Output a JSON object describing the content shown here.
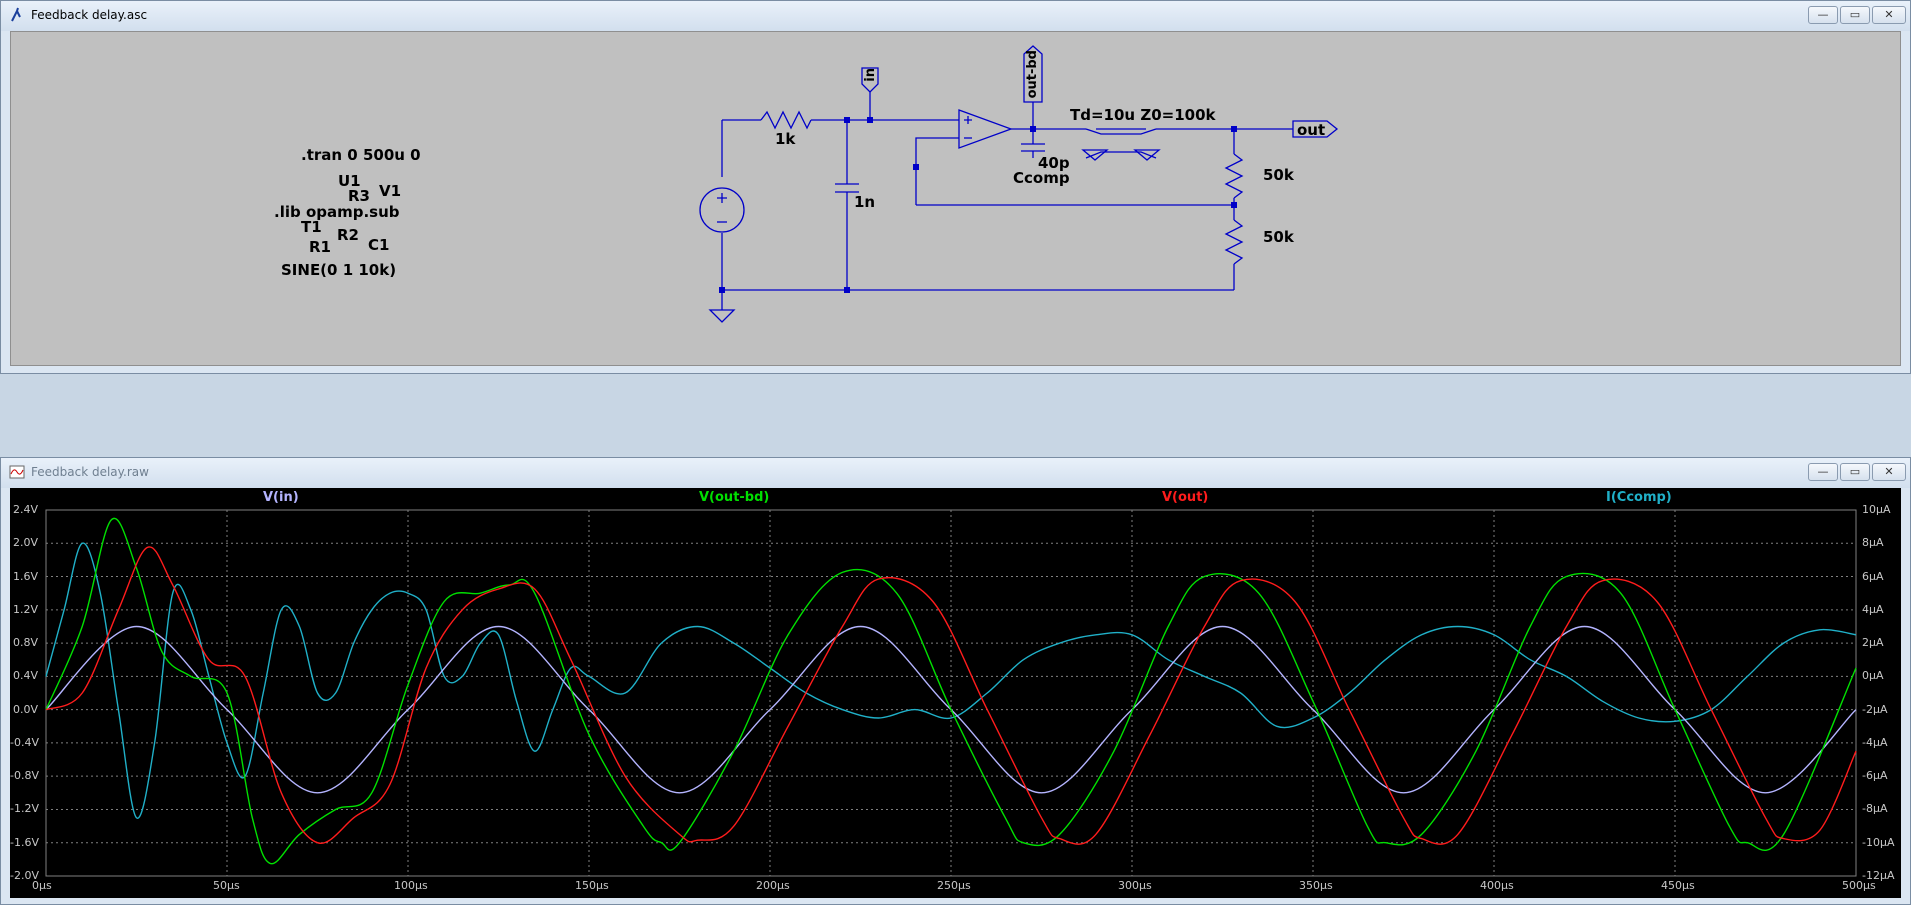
{
  "schematic_window": {
    "title": "Feedback delay.asc",
    "controls": {
      "minimize": "—",
      "restore": "▭",
      "close": "✕"
    }
  },
  "schematic": {
    "directives": {
      "tran": ".tran 0 500u 0",
      "lib": ".lib opamp.sub",
      "sine": "SINE(0 1 10k)"
    },
    "stray_refs": {
      "u1": "U1",
      "r3": "R3",
      "v1": "V1",
      "t1": "T1",
      "r2": "R2",
      "r1": "R1",
      "c1": "C1"
    },
    "components": {
      "r_in_value": "1k",
      "cap_value": "1n",
      "ccomp_value": "40p",
      "ccomp_name": "Ccomp",
      "tline_params": "Td=10u Z0=100k",
      "r_top_value": "50k",
      "r_bottom_value": "50k"
    },
    "net_labels": {
      "in": "in",
      "out_bd": "out-bd",
      "out": "out"
    }
  },
  "plot_window": {
    "title": "Feedback delay.raw",
    "controls": {
      "minimize": "—",
      "restore": "▭",
      "close": "✕"
    }
  },
  "colors": {
    "v_in": "#b4b4ff",
    "v_out_bd": "#00e000",
    "v_out": "#ff1c1c",
    "i_ccomp": "#20b0c8",
    "grid": "#808080",
    "wire": "#0000c8"
  },
  "chart_data": {
    "type": "line",
    "title": "",
    "xlabel": "",
    "ylabel": "",
    "x_ticks": [
      "0µs",
      "50µs",
      "100µs",
      "150µs",
      "200µs",
      "250µs",
      "300µs",
      "350µs",
      "400µs",
      "450µs",
      "500µs"
    ],
    "y_ticks": [
      "2.4V",
      "2.0V",
      "1.6V",
      "1.2V",
      "0.8V",
      "0.4V",
      "0.0V",
      "-0.4V",
      "-0.8V",
      "-1.2V",
      "-1.6V",
      "-2.0V"
    ],
    "y2_ticks": [
      "10µA",
      "8µA",
      "6µA",
      "4µA",
      "2µA",
      "0µA",
      "-2µA",
      "-4µA",
      "-6µA",
      "-8µA",
      "-10µA",
      "-12µA"
    ],
    "xlim": [
      0,
      500
    ],
    "ylim": [
      -2.0,
      2.4
    ],
    "y2lim": [
      -12,
      10
    ],
    "grid": true,
    "series": [
      {
        "name": "V(in)",
        "key": "v_in",
        "axis": "left",
        "x": [
          0,
          25,
          50,
          75,
          100,
          125,
          150,
          175,
          200,
          225,
          250,
          275,
          300,
          325,
          350,
          375,
          400,
          425,
          450,
          475,
          500
        ],
        "y": [
          0,
          1,
          0,
          -1,
          0,
          1,
          0,
          -1,
          0,
          1,
          0,
          -1,
          0,
          1,
          0,
          -1,
          0,
          1,
          0,
          -1,
          0
        ]
      },
      {
        "name": "V(out-bd)",
        "key": "v_out_bd",
        "axis": "left",
        "x": [
          0,
          10,
          18,
          25,
          32,
          40,
          50,
          57,
          62,
          70,
          80,
          90,
          100,
          110,
          120,
          128,
          135,
          150,
          165,
          170,
          175,
          190,
          205,
          220,
          235,
          250,
          265,
          270,
          280,
          295,
          310,
          320,
          335,
          350,
          365,
          370,
          380,
          395,
          410,
          420,
          435,
          450,
          465,
          470,
          480,
          500
        ],
        "y": [
          0,
          1.0,
          2.28,
          1.7,
          0.7,
          0.4,
          0.2,
          -1.3,
          -1.85,
          -1.5,
          -1.2,
          -1.0,
          0.3,
          1.3,
          1.4,
          1.5,
          1.4,
          -0.3,
          -1.4,
          -1.6,
          -1.6,
          -0.5,
          0.9,
          1.65,
          1.4,
          0,
          -1.3,
          -1.6,
          -1.5,
          -0.5,
          1.0,
          1.6,
          1.4,
          0.1,
          -1.4,
          -1.6,
          -1.5,
          -0.5,
          1.0,
          1.6,
          1.4,
          0,
          -1.4,
          -1.6,
          -1.5,
          0.5
        ]
      },
      {
        "name": "V(out)",
        "key": "v_out",
        "axis": "left",
        "x": [
          0,
          10,
          20,
          28,
          35,
          45,
          55,
          65,
          75,
          85,
          95,
          105,
          115,
          125,
          135,
          145,
          160,
          175,
          180,
          190,
          205,
          220,
          230,
          245,
          260,
          275,
          280,
          290,
          305,
          320,
          330,
          345,
          360,
          375,
          380,
          390,
          405,
          420,
          430,
          445,
          460,
          475,
          480,
          490,
          500
        ],
        "y": [
          0,
          0.2,
          1.2,
          1.95,
          1.5,
          0.6,
          0.4,
          -1.0,
          -1.6,
          -1.3,
          -0.9,
          0.5,
          1.2,
          1.45,
          1.45,
          0.6,
          -0.8,
          -1.5,
          -1.57,
          -1.4,
          -0.2,
          1.0,
          1.57,
          1.3,
          0,
          -1.3,
          -1.55,
          -1.5,
          -0.3,
          1.0,
          1.55,
          1.3,
          0,
          -1.3,
          -1.55,
          -1.5,
          -0.3,
          1.0,
          1.55,
          1.3,
          0,
          -1.3,
          -1.55,
          -1.45,
          -0.5
        ]
      },
      {
        "name": "I(Ccomp)",
        "key": "i_ccomp",
        "axis": "right",
        "x": [
          0,
          5,
          10,
          15,
          20,
          25,
          30,
          35,
          40,
          45,
          50,
          55,
          60,
          65,
          70,
          75,
          80,
          85,
          90,
          95,
          100,
          105,
          110,
          115,
          120,
          125,
          130,
          135,
          140,
          145,
          150,
          160,
          170,
          180,
          190,
          200,
          210,
          220,
          230,
          240,
          250,
          260,
          270,
          280,
          290,
          300,
          310,
          320,
          330,
          340,
          350,
          360,
          370,
          380,
          390,
          400,
          410,
          420,
          430,
          440,
          450,
          460,
          470,
          480,
          490,
          500
        ],
        "y": [
          0,
          4,
          8,
          5,
          -2,
          -8.5,
          -4,
          5,
          4,
          0,
          -4,
          -6,
          -1,
          4,
          3,
          -1,
          -1,
          2,
          4,
          5,
          5,
          4,
          0,
          0,
          2,
          2.5,
          -1.5,
          -4.5,
          -2,
          0.5,
          0,
          -1,
          2,
          3,
          2,
          0.5,
          -1,
          -2,
          -2.5,
          -2,
          -2.5,
          -1,
          1,
          2,
          2.5,
          2.5,
          1,
          0,
          -1,
          -3,
          -2.5,
          -1,
          1,
          2.5,
          3,
          2.5,
          1,
          0,
          -1.5,
          -2.5,
          -2.7,
          -2,
          0,
          2,
          2.8,
          2.5
        ]
      }
    ]
  }
}
